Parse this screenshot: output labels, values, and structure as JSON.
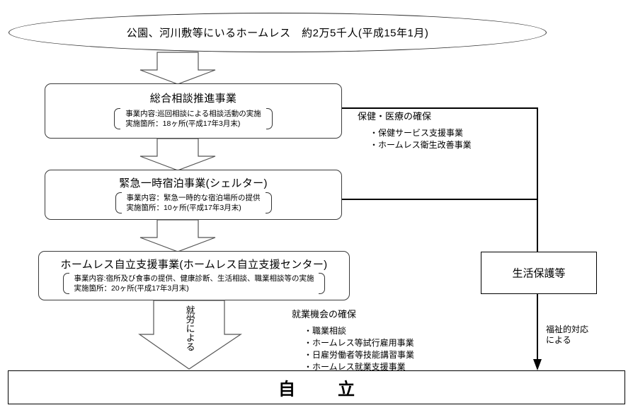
{
  "diagram": {
    "title_ellipse": {
      "text": "公園、河川敷等にいるホームレス　約2万5千人(平成15年1月)"
    },
    "processes": [
      {
        "title": "総合相談推進事業",
        "details": [
          "事業内容:巡回相談による相談活動の実施",
          "実施箇所：18ヶ所(平成17年3月末)"
        ]
      },
      {
        "title": "緊急一時宿泊事業(シェルター)",
        "details": [
          "事業内容：緊急一時的な宿泊場所の提供",
          "実施箇所：10ヶ所(平成17年3月末)"
        ]
      },
      {
        "title": "ホームレス自立支援事業(ホームレス自立支援センター)",
        "details": [
          "事業内容:宿所及び食事の提供、健康診断、生活相談、職業相談等の実施",
          "実施箇所：20ヶ所(平成17年3月末)"
        ]
      }
    ],
    "notes": [
      {
        "title": "保健・医療の確保",
        "items": [
          "・保健サービス支援事業",
          "・ホームレス衛生改善事業"
        ]
      },
      {
        "title": "就業機会の確保",
        "items": [
          "・職業相談",
          "・ホームレス等試行雇用事業",
          "・日雇労働者等技能講習事業",
          "・ホームレス就業支援事業"
        ]
      }
    ],
    "welfare_box": {
      "label": "生活保護等"
    },
    "captions": {
      "work_route": "就労による",
      "welfare_route_line1": "福祉的対応",
      "welfare_route_line2": "による"
    },
    "goal_bar": {
      "label": "自立"
    }
  }
}
